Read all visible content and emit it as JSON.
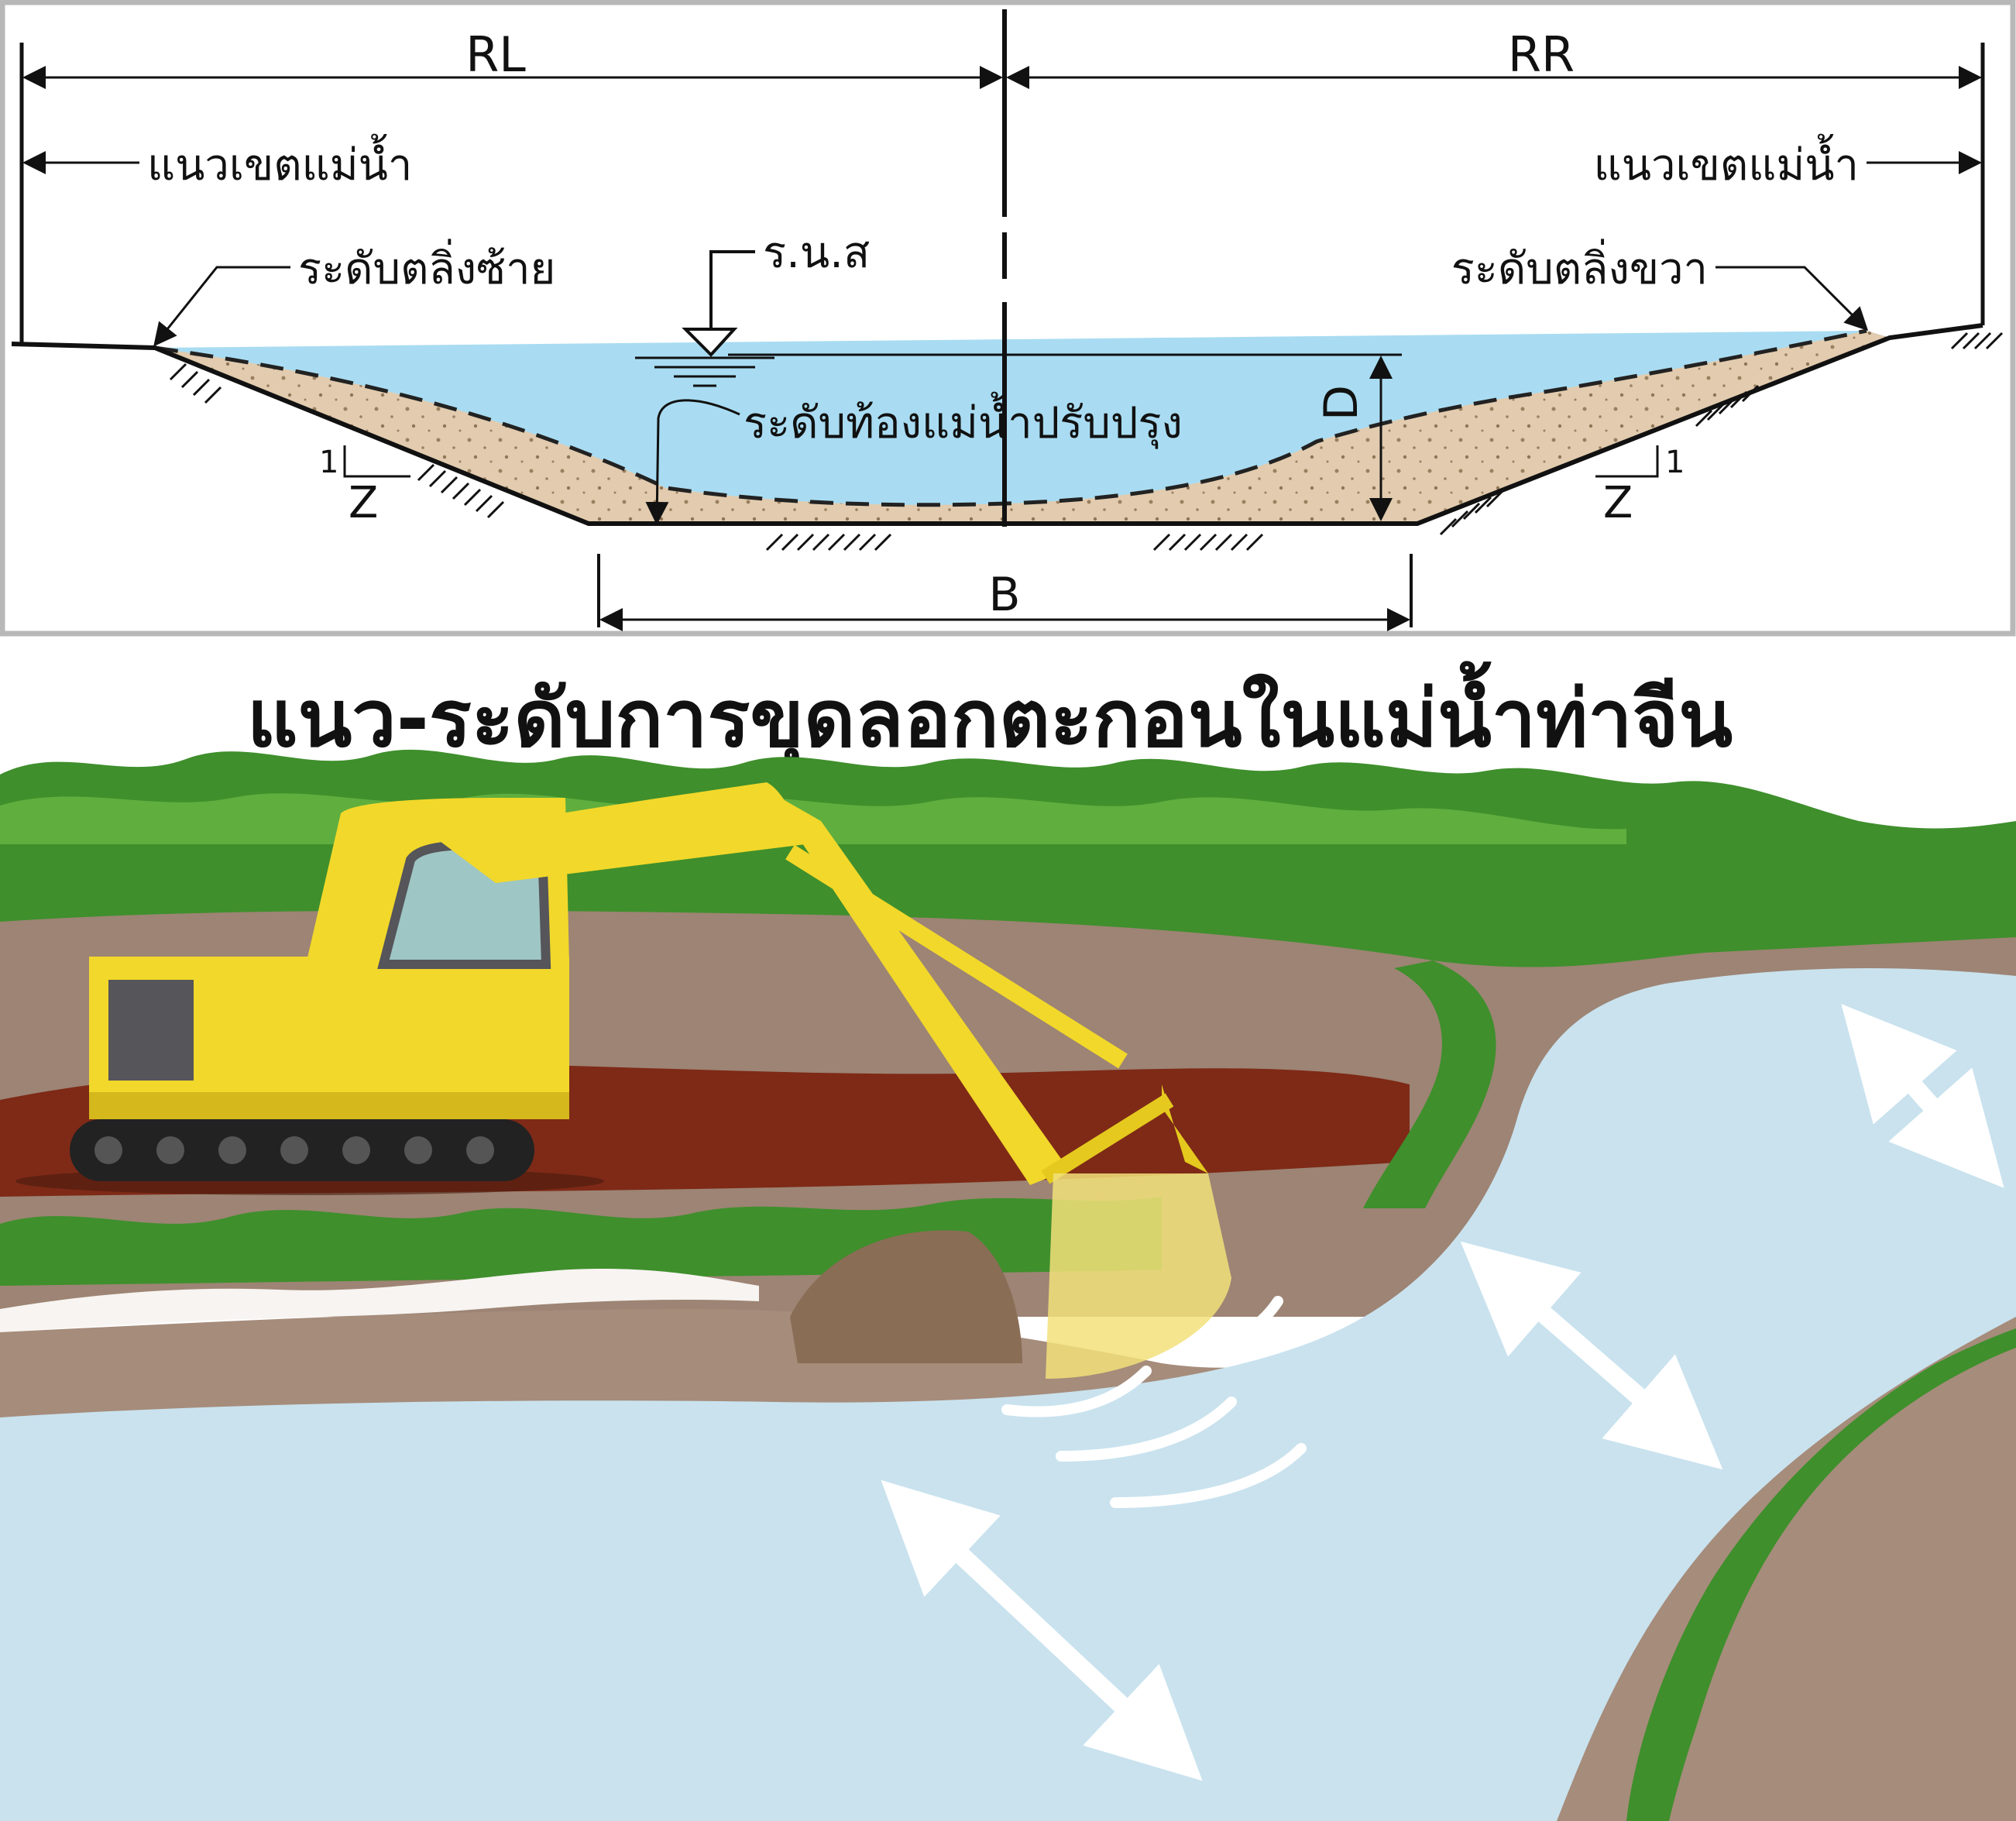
{
  "diagram": {
    "label_rl": "RL",
    "label_rr": "RR",
    "boundary_left": "แนวเขตแม่น้ำ",
    "boundary_right": "แนวเขตแม่น้ำ",
    "bank_left": "ระดับตลิ่งซ้าย",
    "bank_right": "ระดับตลิ่งขวา",
    "water_level": "ร.น.ส",
    "riverbed": "ระดับท้องแม่น้ำปรับปรุง",
    "depth": "D",
    "width": "B",
    "slope_left_1": "1",
    "slope_left_z": "Z",
    "slope_right_1": "1",
    "slope_right_z": "Z",
    "colors": {
      "water": "#a9dcf2",
      "sediment": "#e2cbae",
      "frame": "#b8b8b8"
    }
  },
  "title": "แนว-ระดับการขุดลอกตะกอนในแม่น้ำท่าจีน",
  "illustration": {
    "colors": {
      "river": "#c9e2ee",
      "bank": "#8f7a6d",
      "trees": "#3f8f2c",
      "excavator": "#f2d82a",
      "mud": "#7e2a17"
    }
  }
}
